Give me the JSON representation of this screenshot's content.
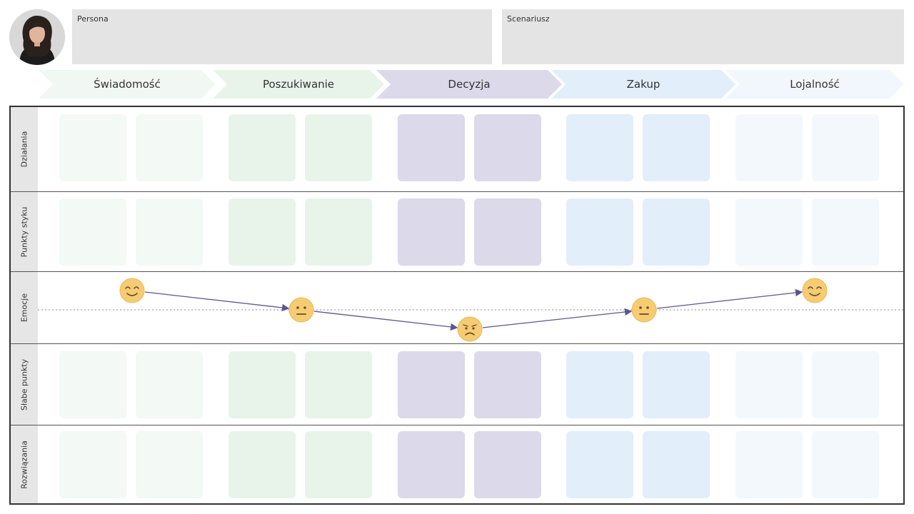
{
  "header": {
    "persona_label": "Persona",
    "scenario_label": "Scenariusz"
  },
  "stages": [
    {
      "label": "Świadomość",
      "color": "#f1f8f3"
    },
    {
      "label": "Poszukiwanie",
      "color": "#e8f4ea"
    },
    {
      "label": "Decyzja",
      "color": "#dcd9ea"
    },
    {
      "label": "Zakup",
      "color": "#e2eef9"
    },
    {
      "label": "Lojalność",
      "color": "#f1f7fc"
    }
  ],
  "rows": [
    {
      "label": "Działania"
    },
    {
      "label": "Punkty styku"
    },
    {
      "label": "Emocje"
    },
    {
      "label": "Słabe punkty"
    },
    {
      "label": "Rozwiązania"
    }
  ],
  "emotions": [
    {
      "stage": "Świadomość",
      "mood": "happy-face-icon",
      "level": 1
    },
    {
      "stage": "Poszukiwanie",
      "mood": "neutral-face-icon",
      "level": 0
    },
    {
      "stage": "Decyzja",
      "mood": "worried-face-icon",
      "level": -1
    },
    {
      "stage": "Zakup",
      "mood": "neutral-face-icon",
      "level": 0
    },
    {
      "stage": "Lojalność",
      "mood": "happy-face-icon",
      "level": 1
    }
  ],
  "colors": {
    "emoji_face": "#f6cc72",
    "emotion_line": "#5b5592",
    "baseline": "#888888"
  }
}
